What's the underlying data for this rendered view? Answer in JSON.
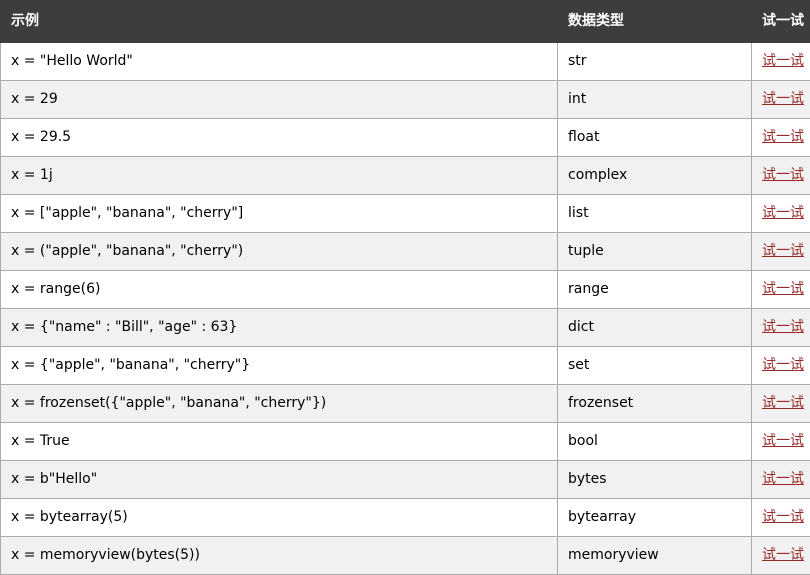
{
  "table": {
    "headers": [
      "示例",
      "数据类型",
      "试一试"
    ],
    "rows": [
      {
        "example": "x = \"Hello World\"",
        "type": "str",
        "try_label": "试一试"
      },
      {
        "example": "x = 29",
        "type": "int",
        "try_label": "试一试"
      },
      {
        "example": "x = 29.5",
        "type": "float",
        "try_label": "试一试"
      },
      {
        "example": "x = 1j",
        "type": "complex",
        "try_label": "试一试"
      },
      {
        "example": "x = [\"apple\", \"banana\", \"cherry\"]",
        "type": "list",
        "try_label": "试一试"
      },
      {
        "example": "x = (\"apple\", \"banana\", \"cherry\")",
        "type": "tuple",
        "try_label": "试一试"
      },
      {
        "example": "x = range(6)",
        "type": "range",
        "try_label": "试一试"
      },
      {
        "example": "x = {\"name\" : \"Bill\", \"age\" : 63}",
        "type": "dict",
        "try_label": "试一试"
      },
      {
        "example": "x = {\"apple\", \"banana\", \"cherry\"}",
        "type": "set",
        "try_label": "试一试"
      },
      {
        "example": "x = frozenset({\"apple\", \"banana\", \"cherry\"})",
        "type": "frozenset",
        "try_label": "试一试"
      },
      {
        "example": "x = True",
        "type": "bool",
        "try_label": "试一试"
      },
      {
        "example": "x = b\"Hello\"",
        "type": "bytes",
        "try_label": "试一试"
      },
      {
        "example": "x = bytearray(5)",
        "type": "bytearray",
        "try_label": "试一试"
      },
      {
        "example": "x = memoryview(bytes(5))",
        "type": "memoryview",
        "try_label": "试一试"
      }
    ]
  },
  "colors": {
    "header_bg": "#3d3d3d",
    "header_text": "#ffffff",
    "row_alt_bg": "#f1f1f1",
    "border": "#ababab",
    "link": "#992b2b"
  }
}
